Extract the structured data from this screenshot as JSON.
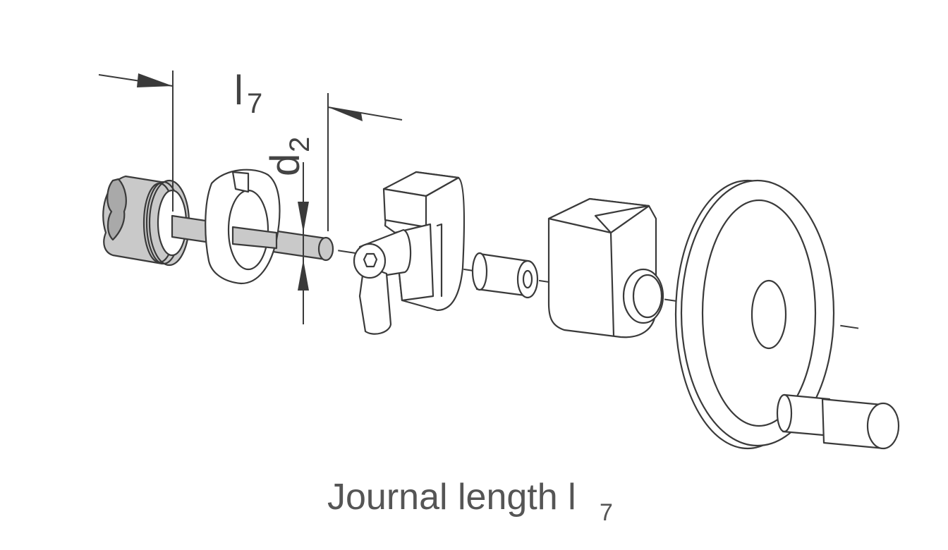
{
  "figure": {
    "dim_length": {
      "symbol": "l",
      "subscript": "7"
    },
    "dim_diameter": {
      "symbol": "d",
      "subscript": "2"
    },
    "caption": {
      "text": "Journal length l",
      "subscript": "7"
    },
    "colors": {
      "line": "#3a3a3a",
      "shaft": "#c9c9c9",
      "background": "#ffffff"
    }
  }
}
